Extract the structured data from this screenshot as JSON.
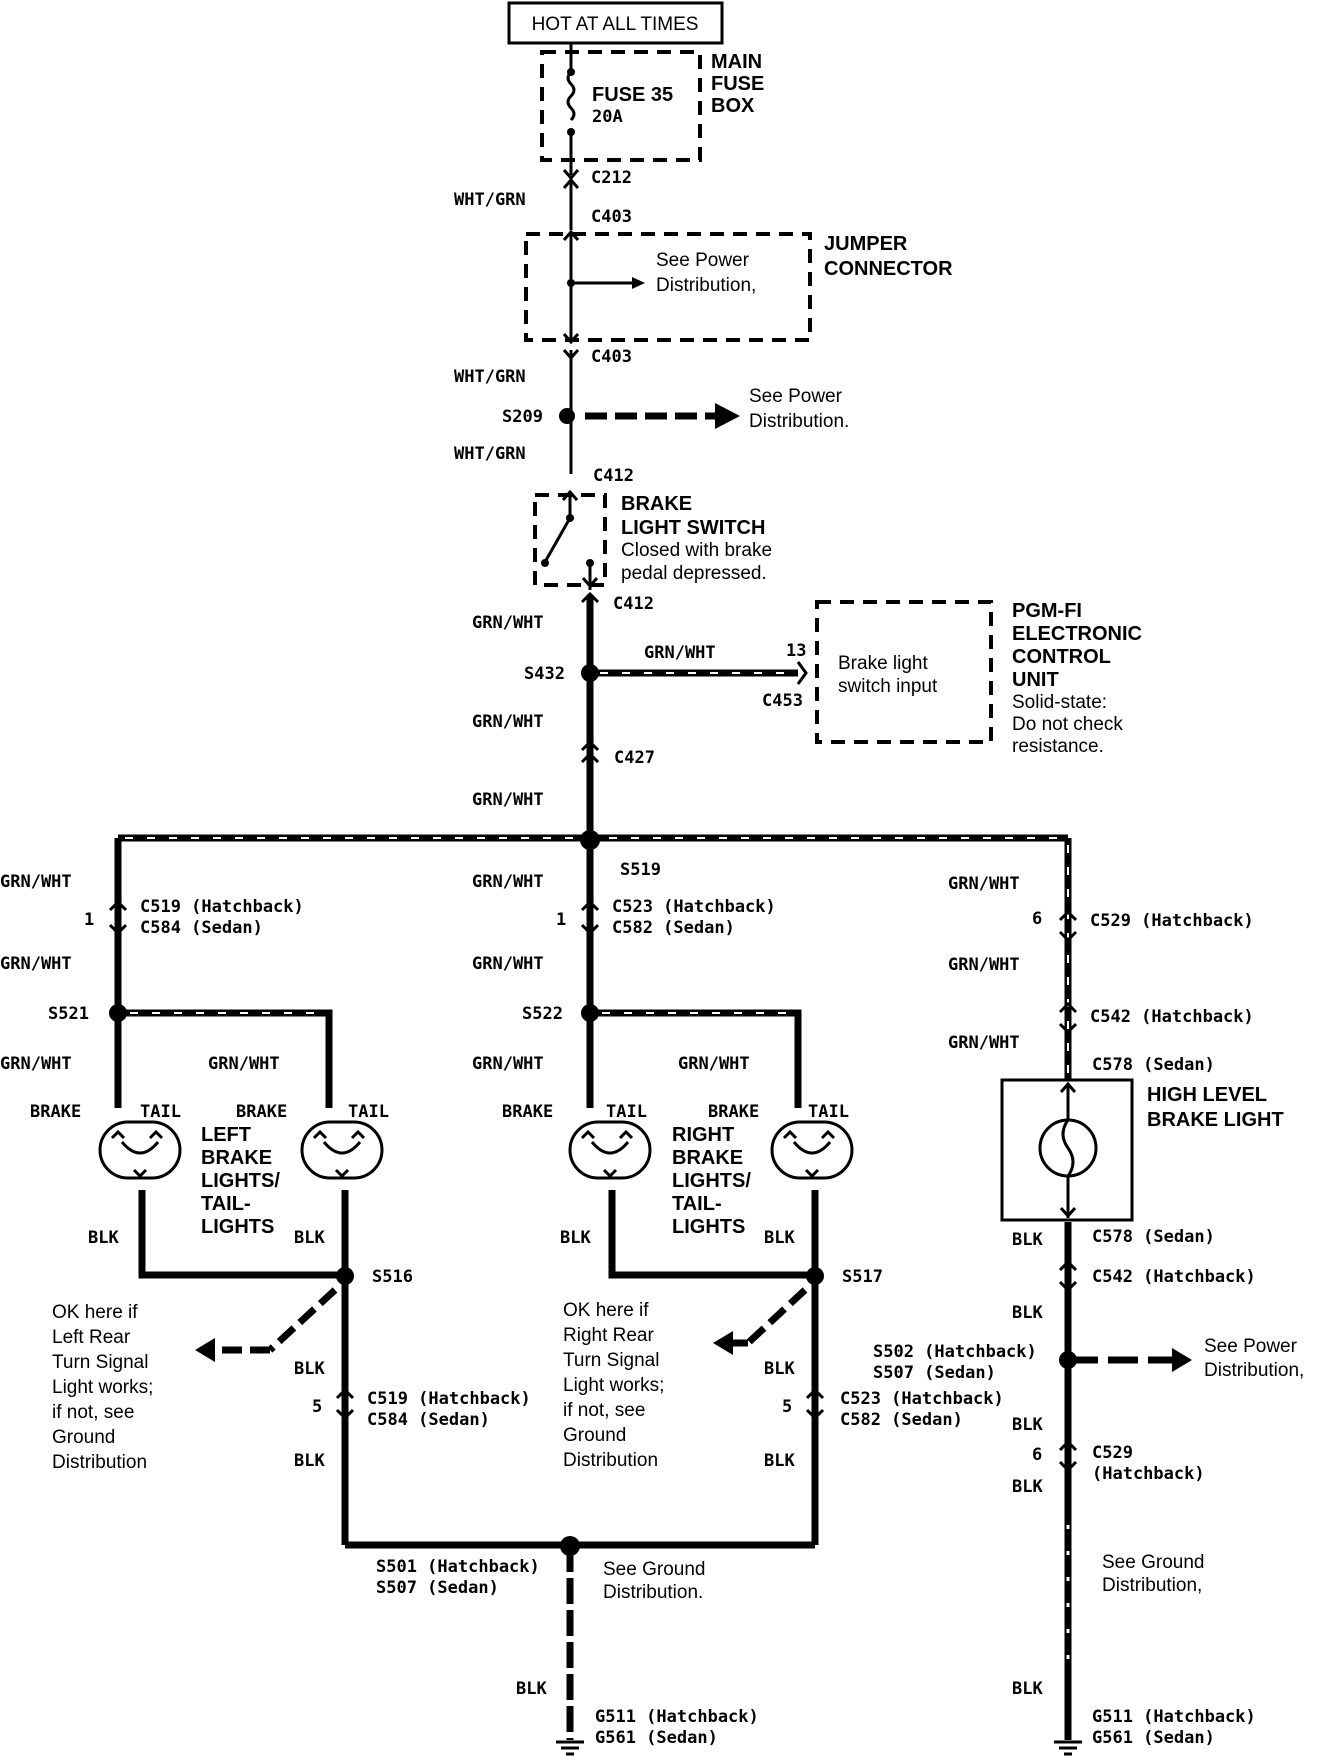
{
  "top_label": "HOT AT ALL TIMES",
  "main_fuse_box": {
    "label_lines": [
      "MAIN",
      "FUSE",
      "BOX"
    ],
    "fuse_name": "FUSE 35",
    "fuse_rating": "20A"
  },
  "connectors": {
    "c212": "C212",
    "c403_top": "C403",
    "c403_bottom": "C403",
    "c412_top": "C412",
    "c412_bottom": "C412",
    "c453": "C453",
    "c427": "C427",
    "pin_13": "13"
  },
  "jumper_connector": {
    "label_lines": [
      "JUMPER",
      "CONNECTOR"
    ],
    "note_lines": [
      "See Power",
      "Distribution,"
    ]
  },
  "splice_s209": {
    "label": "S209",
    "note_lines": [
      "See Power",
      "Distribution."
    ]
  },
  "brake_light_switch": {
    "title_lines": [
      "BRAKE",
      "LIGHT SWITCH"
    ],
    "note_lines": [
      "Closed with brake",
      "pedal depressed."
    ]
  },
  "ecu": {
    "title_lines": [
      "PGM-FI",
      "ELECTRONIC",
      "CONTROL",
      "UNIT"
    ],
    "note_lines": [
      "Solid-state:",
      "Do not check",
      "resistance."
    ],
    "inner_lines": [
      "Brake light",
      "switch input"
    ]
  },
  "wire_colors": {
    "wht_grn": "WHT/GRN",
    "grn_wht": "GRN/WHT",
    "blk": "BLK"
  },
  "splices": {
    "s432": "S432",
    "s519": "S519",
    "s521": "S521",
    "s522": "S522",
    "s516": "S516",
    "s517": "S517"
  },
  "left_branch": {
    "pin_top": "1",
    "conn_top_1": "C519 (Hatchback)",
    "conn_top_2": "C584 (Sedan)",
    "pin_bottom": "5",
    "conn_bot_1": "C519 (Hatchback)",
    "conn_bot_2": "C584 (Sedan)",
    "lights_lines": [
      "LEFT",
      "BRAKE",
      "LIGHTS/",
      "TAIL-",
      "LIGHTS"
    ],
    "ok_lines": [
      "OK here if",
      "Left Rear",
      "Turn Signal",
      "Light works;",
      "if not, see",
      "Ground",
      "Distribution"
    ]
  },
  "center_branch": {
    "pin_top": "1",
    "conn_top_1": "C523 (Hatchback)",
    "conn_top_2": "C582 (Sedan)",
    "pin_bottom": "5",
    "conn_bot_1": "C523 (Hatchback)",
    "conn_bot_2": "C582 (Sedan)",
    "lights_lines": [
      "RIGHT",
      "BRAKE",
      "LIGHTS/",
      "TAIL-",
      "LIGHTS"
    ],
    "ok_lines": [
      "OK here if",
      "Right Rear",
      "Turn Signal",
      "Light works;",
      "if not, see",
      "Ground",
      "Distribution"
    ]
  },
  "bulb_labels": {
    "brake": "BRAKE",
    "tail": "TAIL"
  },
  "right_branch": {
    "pin_6a": "6",
    "c529_top": "C529 (Hatchback)",
    "c542_top": "C542 (Hatchback)",
    "c578_top": "C578 (Sedan)",
    "hlbl_lines": [
      "HIGH LEVEL",
      "BRAKE LIGHT"
    ],
    "c578_bottom": "C578 (Sedan)",
    "c542_bottom": "C542 (Hatchback)",
    "s502": "S502 (Hatchback)",
    "s507": "S507 (Sedan)",
    "power_note_lines": [
      "See Power",
      "Distribution,"
    ],
    "pin_6b": "6",
    "c529_bottom_1": "C529",
    "c529_bottom_2": "(Hatchback)",
    "ground_note_lines": [
      "See Ground",
      "Distribution,"
    ],
    "g511": "G511 (Hatchback)",
    "g561": "G561 (Sedan)"
  },
  "bottom_center": {
    "s501": "S501 (Hatchback)",
    "s507": "S507 (Sedan)",
    "ground_note_lines": [
      "See Ground",
      "Distribution."
    ],
    "g511": "G511 (Hatchback)",
    "g561": "G561 (Sedan)"
  }
}
